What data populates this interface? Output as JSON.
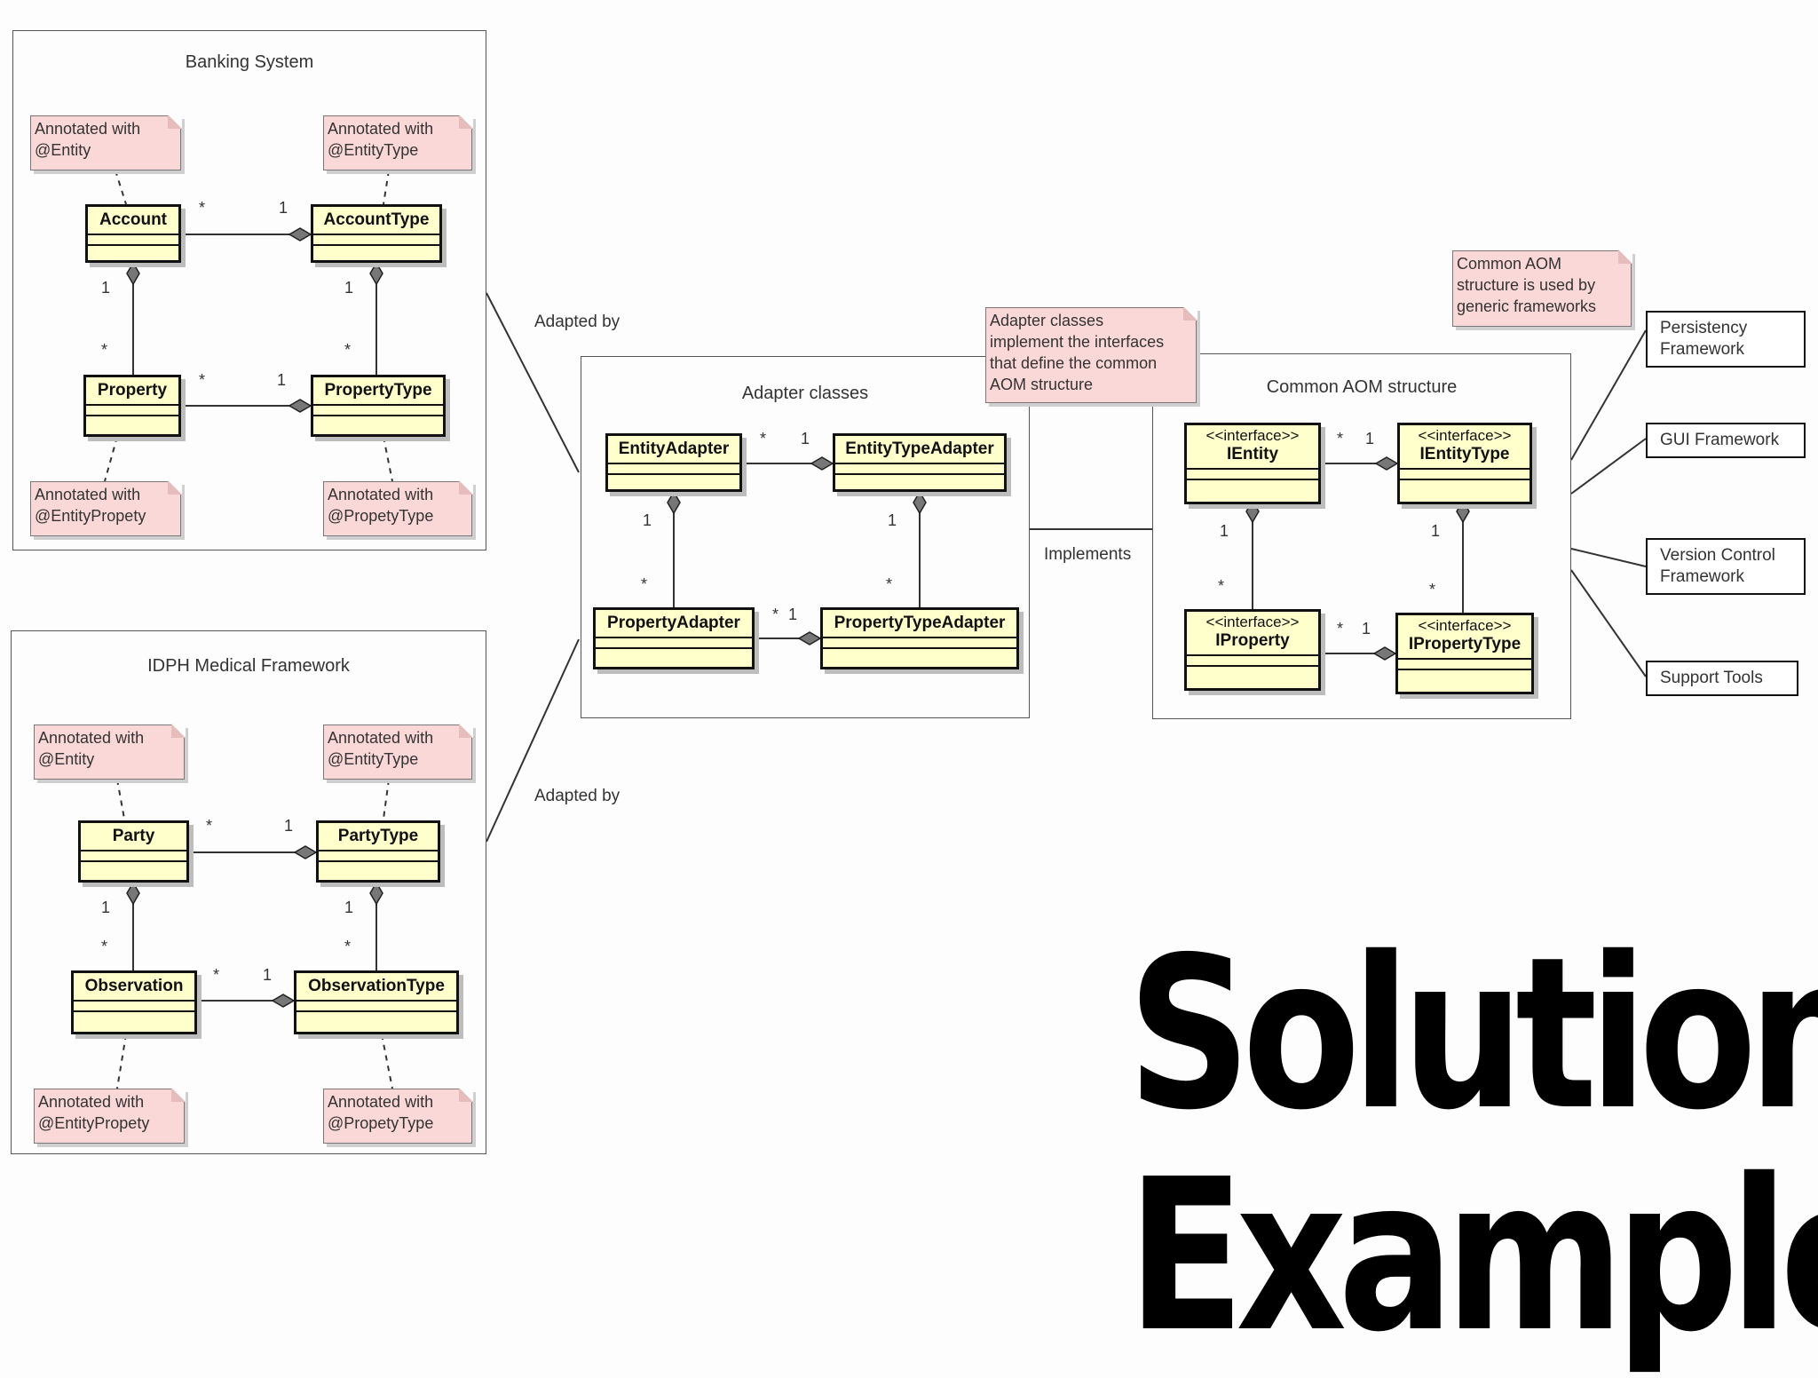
{
  "packages": {
    "banking": "Banking System",
    "idph": "IDPH Medical Framework",
    "adapter": "Adapter classes",
    "aom": "Common AOM structure"
  },
  "classes": {
    "account": "Account",
    "account_type": "AccountType",
    "property": "Property",
    "property_type": "PropertyType",
    "party": "Party",
    "party_type": "PartyType",
    "observation": "Observation",
    "observation_type": "ObservationType",
    "entity_adapter": "EntityAdapter",
    "entity_type_adapter": "EntityTypeAdapter",
    "property_adapter": "PropertyAdapter",
    "property_type_adapter": "PropertyTypeAdapter",
    "ientity": "IEntity",
    "ientity_type": "IEntityType",
    "iproperty": "IProperty",
    "iproperty_type": "IPropertyType",
    "stereotype": "<<interface>>"
  },
  "notes": {
    "entity": "Annotated with\n@Entity",
    "entity_type": "Annotated with\n@EntityType",
    "entity_propety": "Annotated with\n@EntityPropety",
    "propety_type": "Annotated with\n@PropetyType",
    "adapter_note": "Adapter classes\nimplement the interfaces\nthat define the common\nAOM structure",
    "aom_note": "Common AOM\nstructure is used by\ngeneric frameworks"
  },
  "frameworks": {
    "persistency": "Persistency\nFramework",
    "gui": "GUI Framework",
    "version_control": "Version Control\nFramework",
    "support_tools": "Support Tools"
  },
  "labels": {
    "adapted_by": "Adapted by",
    "implements": "Implements"
  },
  "multiplicity": {
    "many": "*",
    "one": "1"
  },
  "headline": {
    "line1": "Solution",
    "line2": "Example"
  }
}
